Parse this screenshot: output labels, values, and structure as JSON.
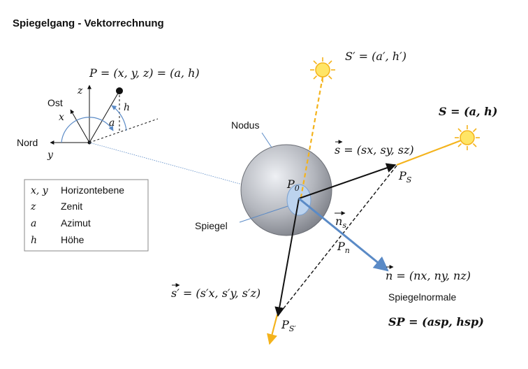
{
  "title": "Spiegelgang - Vektorrechnung",
  "point_p": "P = (x, y, z) = (a, h)",
  "axes": {
    "z": "z",
    "x": "x",
    "y": "y",
    "ost": "Ost",
    "nord": "Nord",
    "a": "a",
    "h": "h"
  },
  "legend": [
    {
      "sym": "x, y",
      "desc": "Horizontebene"
    },
    {
      "sym": "z",
      "desc": "Zenit"
    },
    {
      "sym": "a",
      "desc": "Azimut"
    },
    {
      "sym": "h",
      "desc": "Höhe"
    }
  ],
  "labels": {
    "nodus": "Nodus",
    "spiegel": "Spiegel",
    "p0": "P",
    "p0_sub": "0",
    "ps": "P",
    "ps_sub": "S",
    "pn": "P",
    "pn_sub": "n",
    "ps_prime": "P",
    "ps_prime_sub": "S′",
    "ns_vec": "n",
    "ns_sub": "s",
    "spiegelnormale": "Spiegelnormale"
  },
  "formulas": {
    "s_prime_sun": "S′ = (a′, h′)",
    "s_sun": "S = (a, h)",
    "s_vec": "s = (sx, sy, sz)",
    "n_vec": "n = (nx, ny, nz)",
    "s_prime_vec": "s′ = (s′x, s′y, s′z)",
    "sp": "SP = (asp, hsp)"
  },
  "colors": {
    "sun_ray": "#f4b31c",
    "normal": "#5a8ac6",
    "sphere_light": "#e4e6ec",
    "sphere_dark": "#8a8d94",
    "mirror": "#bcd3ee",
    "sun_fill": "#ffe566"
  },
  "icons": [
    "sun-icon",
    "sun-prime-icon"
  ]
}
